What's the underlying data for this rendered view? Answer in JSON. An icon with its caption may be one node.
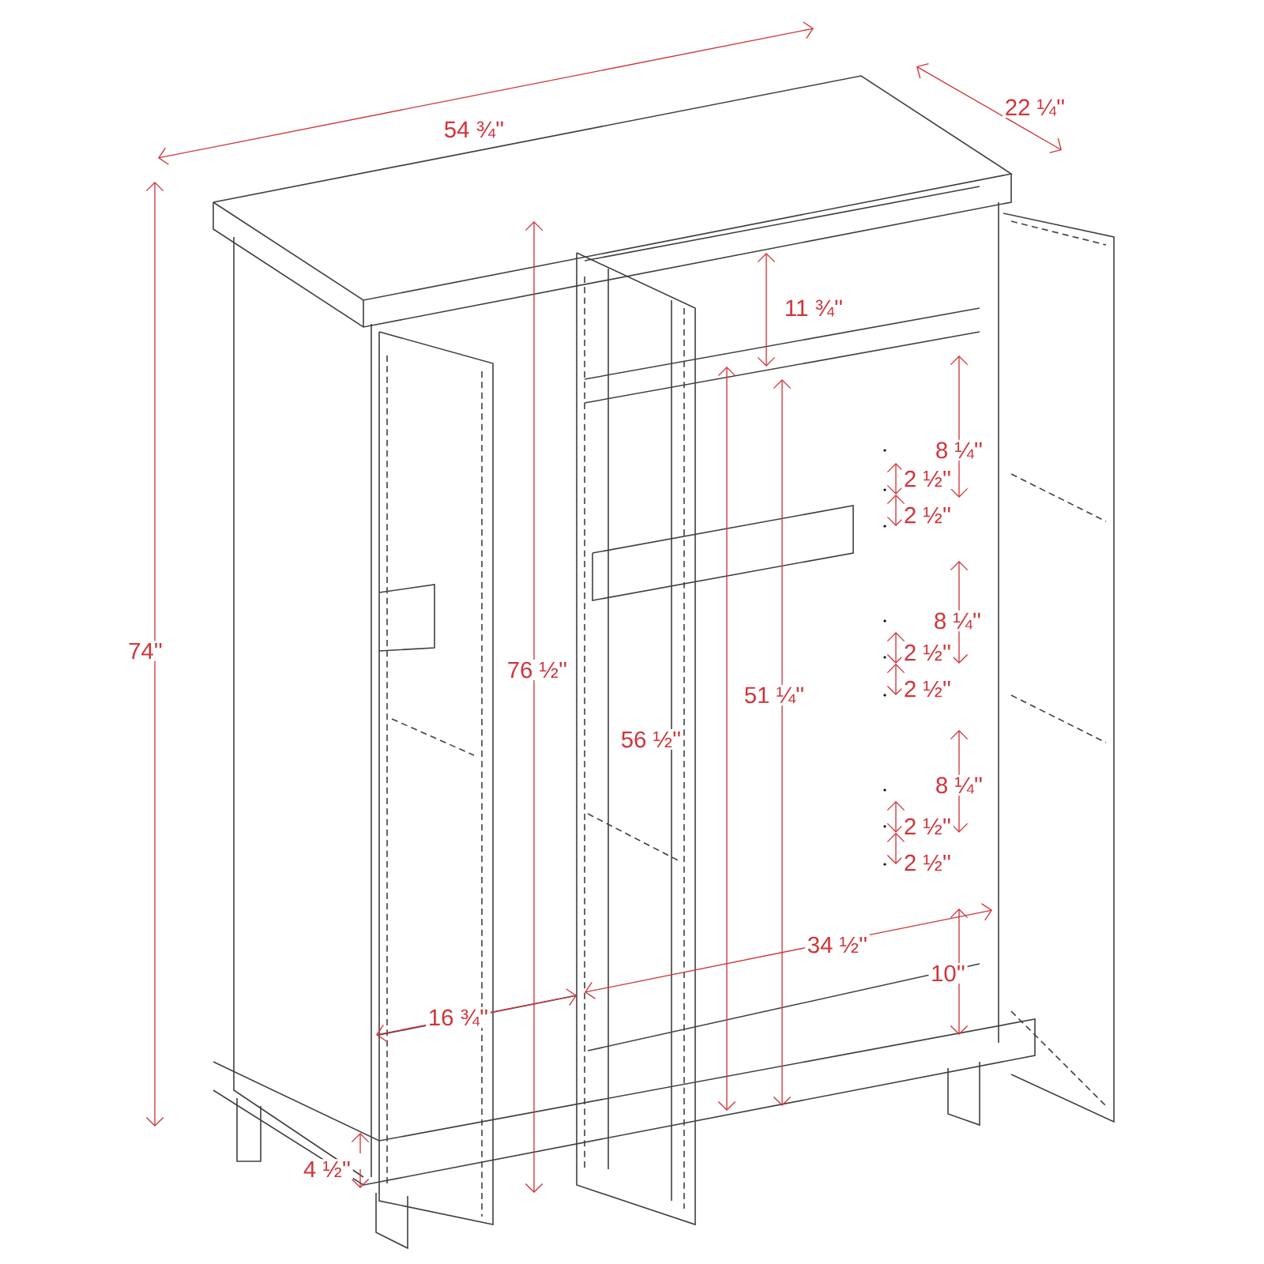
{
  "diagram": {
    "labels": [
      "54 ¾''",
      "22 ¼''",
      "11 ¾''",
      "8 ¼''",
      "2 ½''",
      "2 ½''",
      "8 ¼''",
      "74''",
      "2 ½''",
      "76 ½''",
      "51 ¼''",
      "2 ½''",
      "56 ½''",
      "8 ¼''",
      "2 ½''",
      "2 ½''",
      "34 ½''",
      "10''",
      "16 ¾''",
      "4 ½''"
    ]
  }
}
